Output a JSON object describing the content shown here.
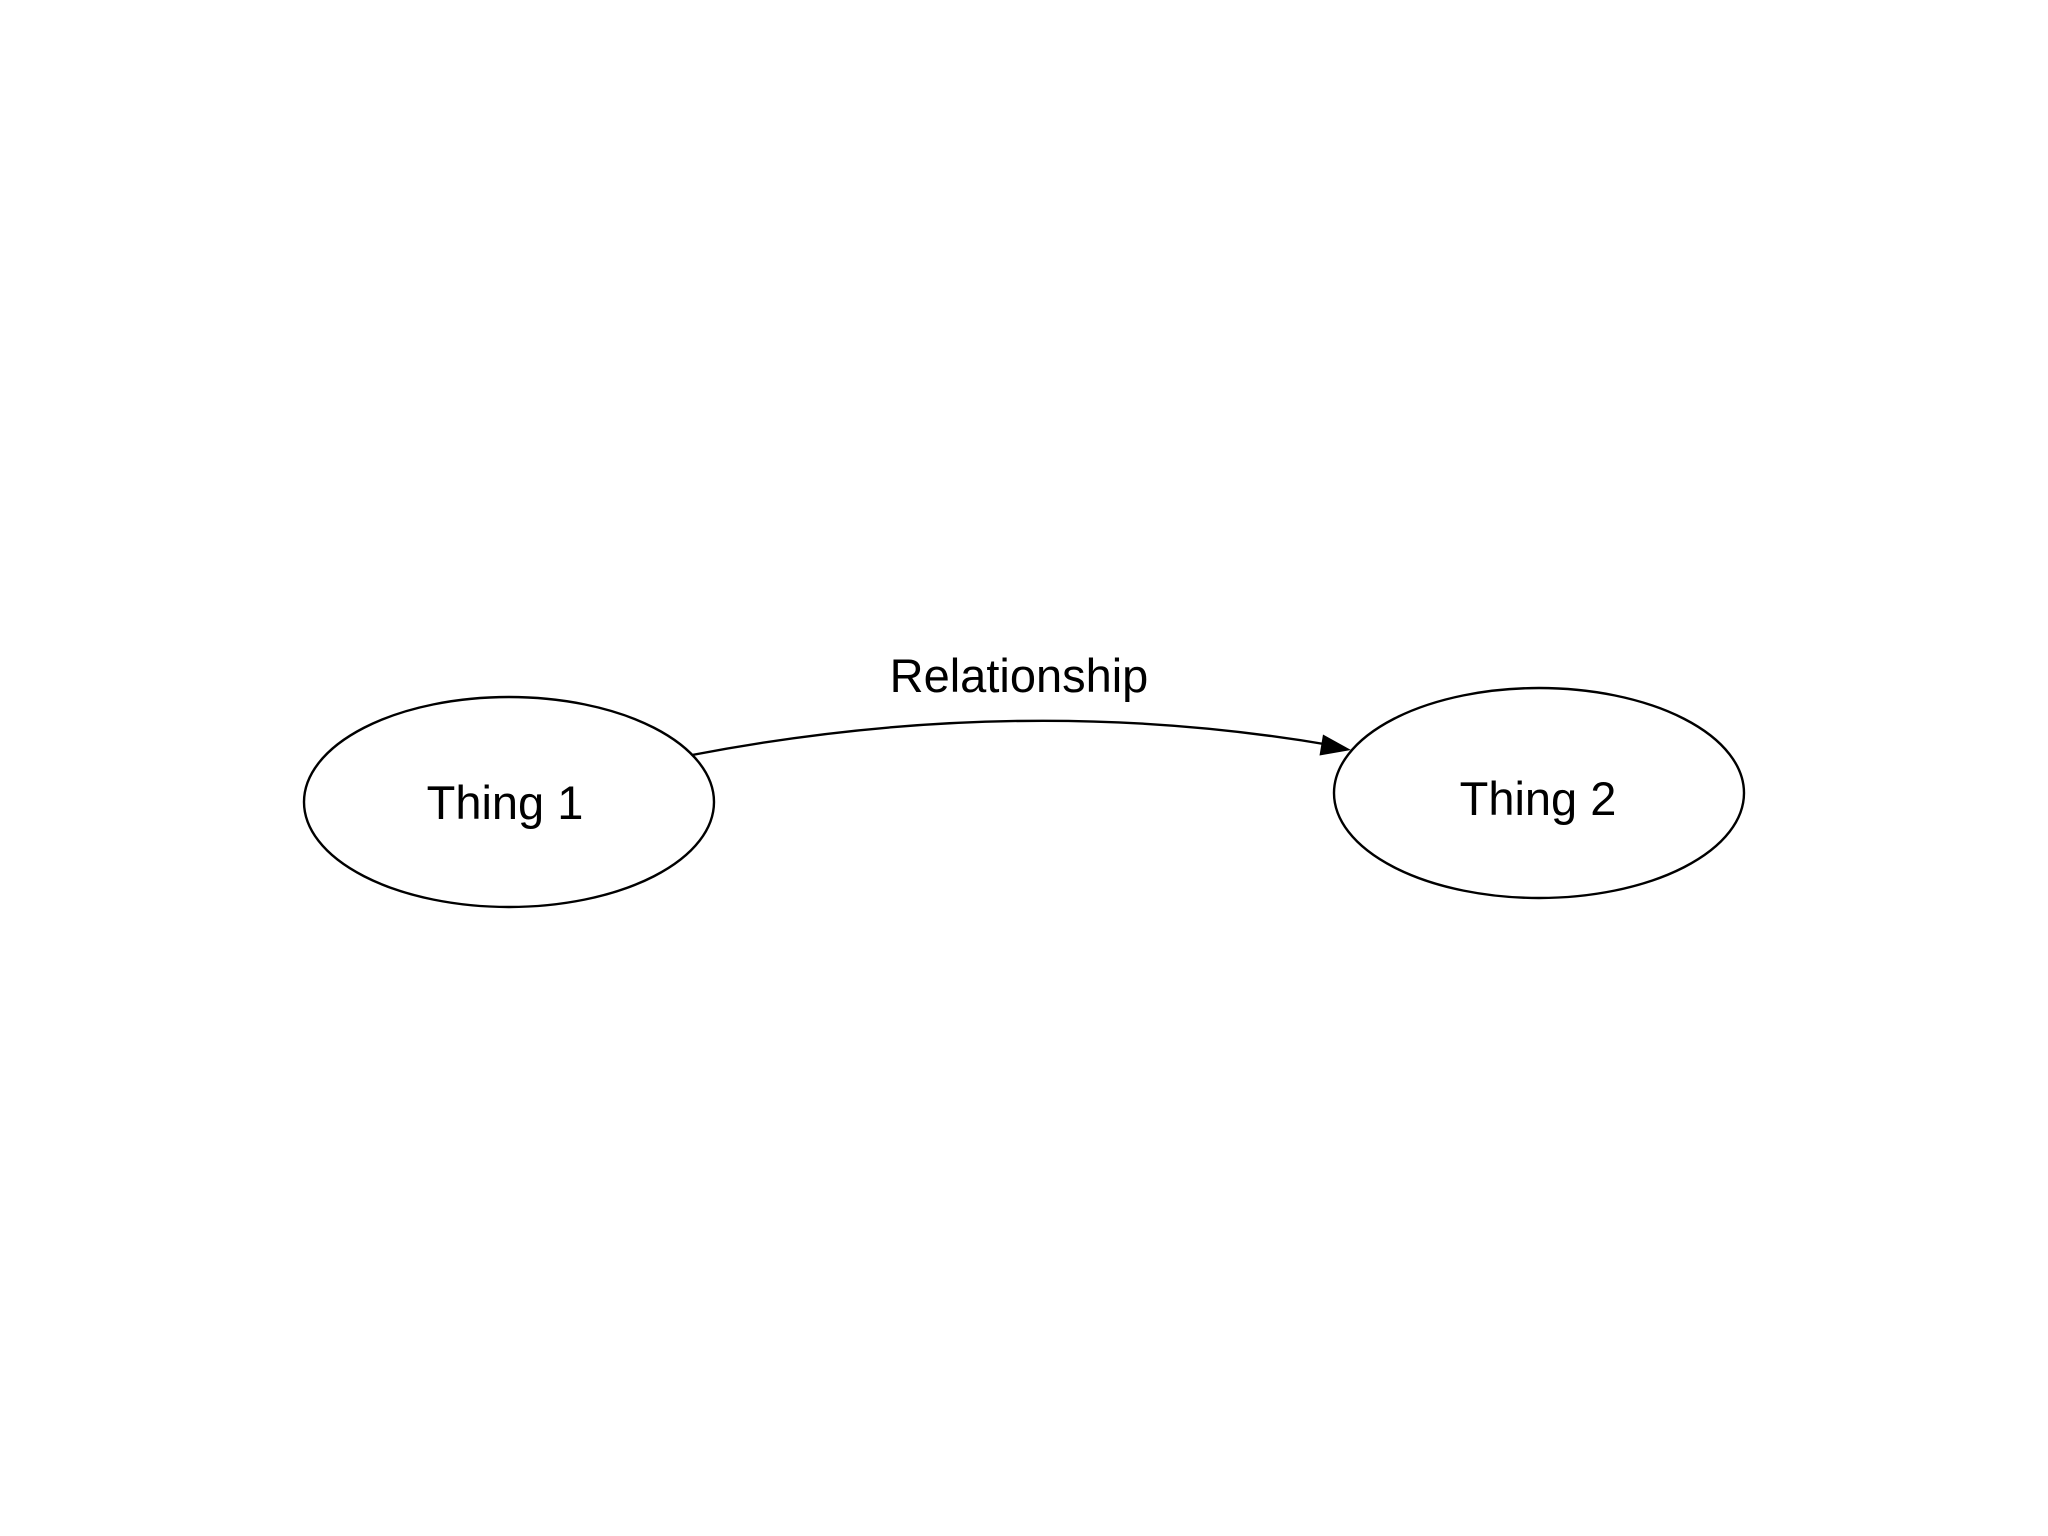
{
  "canvas": {
    "background_color": "#ffffff",
    "stroke_color": "#000000",
    "text_color": "#000000"
  },
  "diagram": {
    "type": "node-edge-graph",
    "nodes": [
      {
        "id": "thing1",
        "label": "Thing 1",
        "shape": "ellipse"
      },
      {
        "id": "thing2",
        "label": "Thing 2",
        "shape": "ellipse"
      }
    ],
    "edge": {
      "label": "Relationship",
      "from_label": "Thing 1",
      "to_label": "Thing 2",
      "style": "curved-arrow"
    }
  }
}
